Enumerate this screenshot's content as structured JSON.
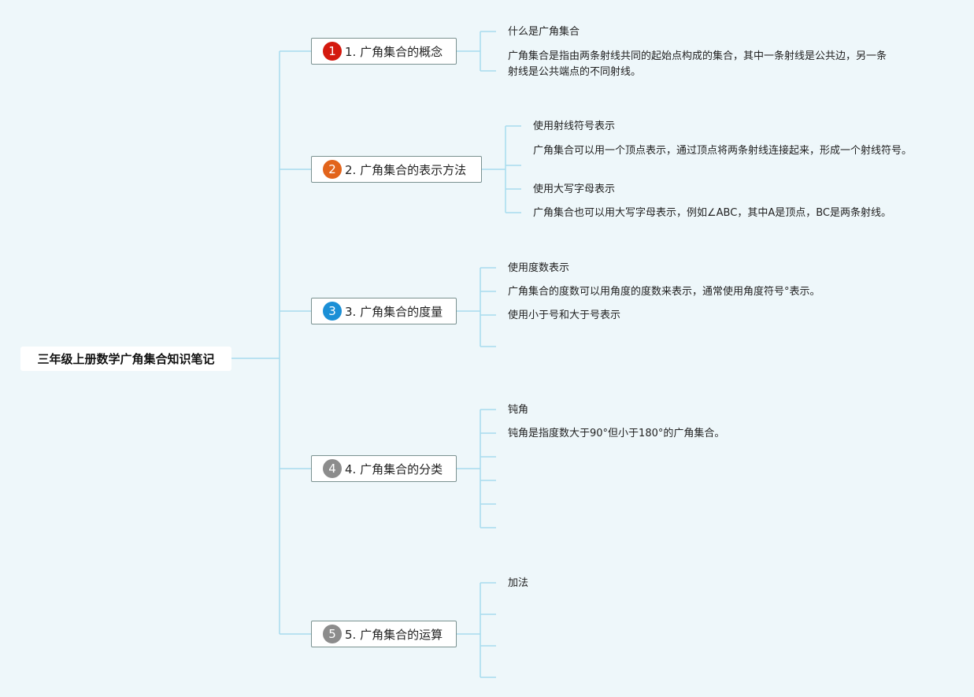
{
  "root": {
    "label": "三年级上册数学广角集合知识笔记"
  },
  "colors": {
    "line": "#a7dcee",
    "badge_1": "#d4190e",
    "badge_2": "#e2641b",
    "badge_3": "#1b8fd6",
    "badge_4": "#8c8c8c",
    "badge_5": "#8c8c8c"
  },
  "branches": [
    {
      "badge": "1",
      "label": "1. 广角集合的概念",
      "leaves": [
        "什么是广角集合",
        "广角集合是指由两条射线共同的起始点构成的集合，其中一条射线是公共边，另一条射线是公共端点的不同射线。"
      ]
    },
    {
      "badge": "2",
      "label": "2. 广角集合的表示方法",
      "leaves": [
        "使用射线符号表示",
        "广角集合可以用一个顶点表示，通过顶点将两条射线连接起来，形成一个射线符号。",
        "使用大写字母表示",
        "广角集合也可以用大写字母表示，例如∠ABC，其中A是顶点，BC是两条射线。"
      ]
    },
    {
      "badge": "3",
      "label": "3. 广角集合的度量",
      "leaves": [
        "使用度数表示",
        "广角集合的度数可以用角度的度数来表示，通常使用角度符号°表示。",
        "使用小于号和大于号表示",
        ""
      ]
    },
    {
      "badge": "4",
      "label": "4. 广角集合的分类",
      "leaves": [
        "钝角",
        "钝角是指度数大于90°但小于180°的广角集合。",
        "",
        "",
        "",
        ""
      ]
    },
    {
      "badge": "5",
      "label": "5. 广角集合的运算",
      "leaves": [
        "加法",
        "",
        "",
        ""
      ]
    }
  ]
}
